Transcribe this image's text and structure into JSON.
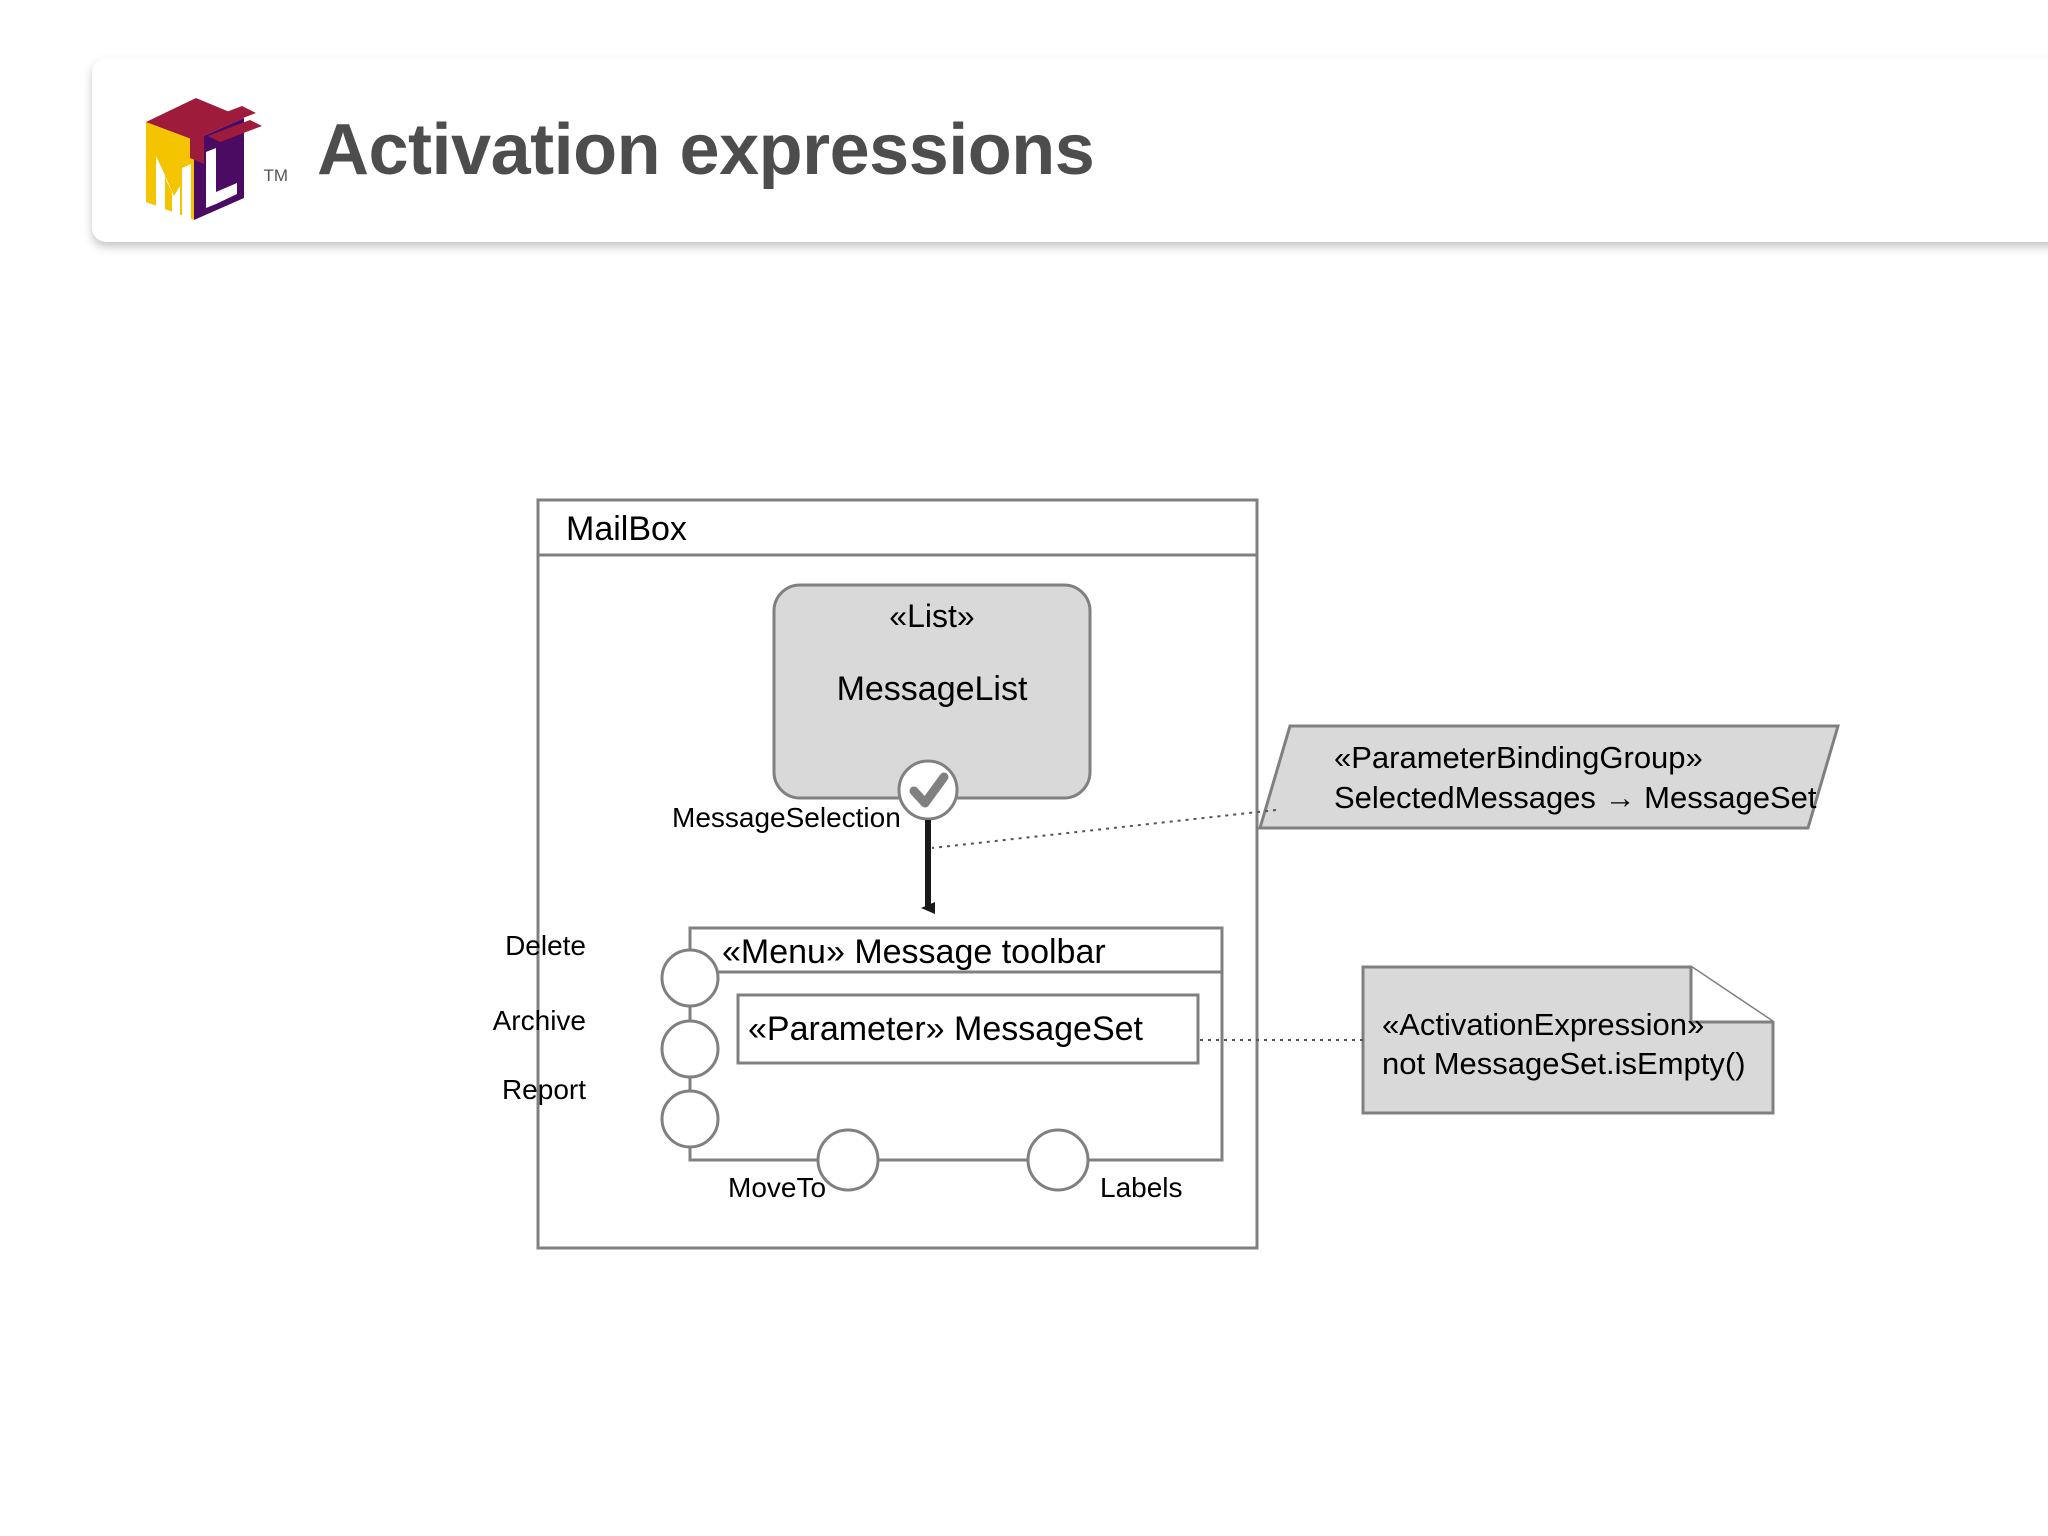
{
  "header": {
    "title": "Activation expressions",
    "logo": {
      "name": "ifml-logo",
      "trademark": "TM",
      "colors": {
        "yellow": "#F5C400",
        "crimson": "#9E1B3C",
        "purple": "#4B0B63"
      }
    }
  },
  "diagram": {
    "type": "ifml-interaction-flow-model",
    "container": {
      "name": "MailBox",
      "title": "MailBox"
    },
    "view_components": [
      {
        "id": "message-list",
        "stereotype": "«List»",
        "name": "MessageList",
        "event": {
          "name": "MessageSelection",
          "icon": "check-circle-icon"
        }
      },
      {
        "id": "message-toolbar",
        "stereotype": "«Menu»",
        "name": "Message toolbar",
        "header_label": "«Menu» Message toolbar",
        "parameter_box": {
          "stereotype": "«Parameter»",
          "name": "MessageSet",
          "label": "«Parameter» MessageSet"
        },
        "events": [
          {
            "label": "Delete",
            "side": "left"
          },
          {
            "label": "Archive",
            "side": "left"
          },
          {
            "label": "Report",
            "side": "left"
          },
          {
            "label": "MoveTo",
            "side": "bottom"
          },
          {
            "label": "Labels",
            "side": "bottom"
          }
        ]
      }
    ],
    "flow": {
      "from": "MessageSelection",
      "to": "Message toolbar",
      "style": "solid-filled-arrow"
    },
    "annotations": [
      {
        "id": "parameter-binding-group-note",
        "shape": "parallelogram",
        "lines": [
          "«ParameterBindingGroup»",
          "SelectedMessages → MessageSet"
        ],
        "fill": "#D9D9D9",
        "stroke": "#808080",
        "connector": "dotted"
      },
      {
        "id": "activation-expression-note",
        "shape": "folded-corner-note",
        "lines": [
          "«ActivationExpression»",
          "not MessageSet.isEmpty()"
        ],
        "fill": "#D9D9D9",
        "stroke": "#808080",
        "connector": "dotted"
      }
    ]
  },
  "colors": {
    "title_gray": "#4d4d4d",
    "shape_fill_gray": "#D9D9D9",
    "shape_stroke_gray": "#808080",
    "container_stroke": "#808080",
    "arrow_black": "#1a1a1a"
  }
}
